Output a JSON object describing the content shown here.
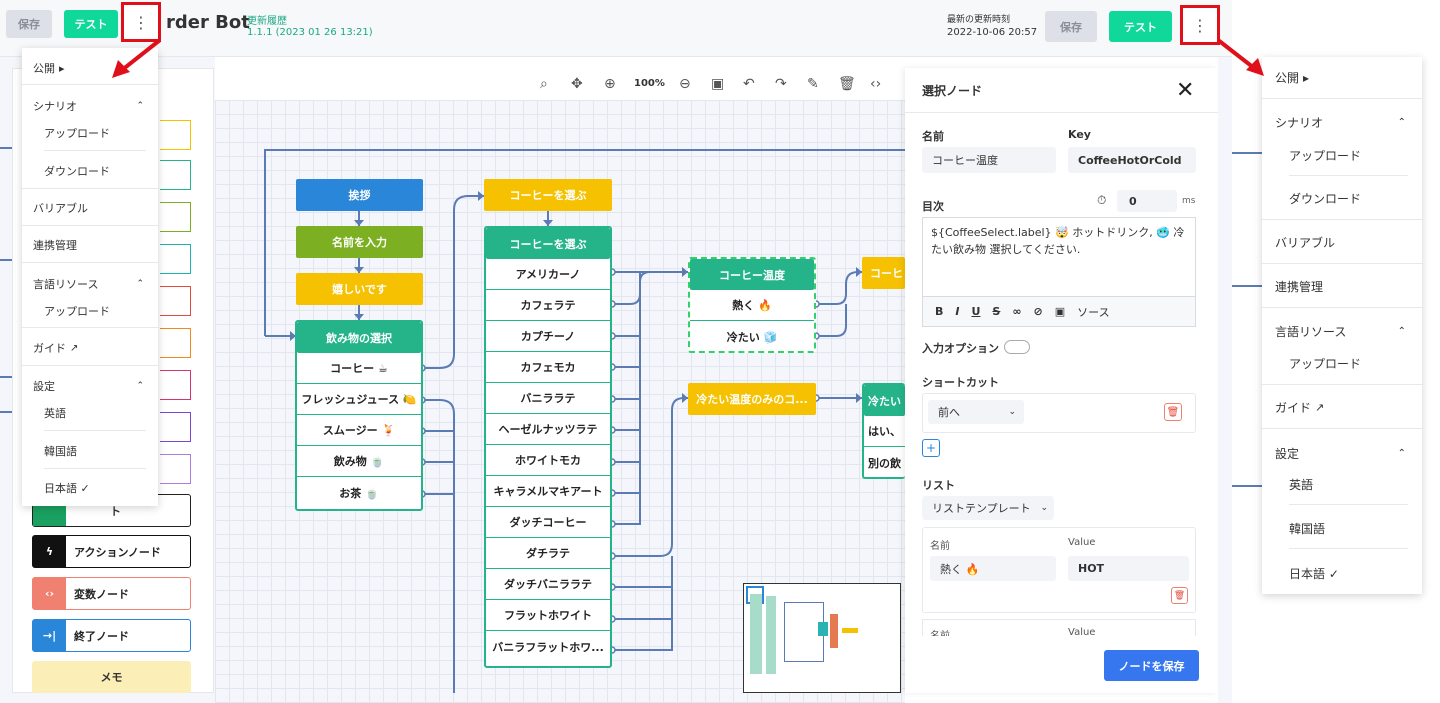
{
  "header": {
    "save_left": "保存",
    "test_left": "テスト",
    "bot_title": "rder Bot",
    "history_label": "更新履歴",
    "version": "1.1.1 (2023 01 26 13:21)",
    "latest_label": "最新の更新時刻",
    "latest_time": "2022-10-06 20:57",
    "save_right": "保存",
    "test_right": "テスト",
    "kebab": "⋮"
  },
  "menu": {
    "publish": "公開",
    "scenario": "シナリオ",
    "upload": "アップロード",
    "download": "ダウンロード",
    "variable": "バリアブル",
    "integration": "連携管理",
    "lang_resource": "言語リソース",
    "lang_upload": "アップロード",
    "guide": "ガイド",
    "settings": "設定",
    "english": "英語",
    "korean": "韓国語",
    "japanese": "日本語 ✓"
  },
  "toolbar": {
    "zoom": "100%"
  },
  "palette": {
    "partial": "ト",
    "action": "アクションノード",
    "variable": "変数ノード",
    "end": "終了ノード",
    "memo": "メモ"
  },
  "flow": {
    "greeting": "挨拶",
    "name_input": "名前を入力",
    "happy": "嬉しいです",
    "drink_select": "飲み物の選択",
    "drink_items": [
      "コーヒー ☕",
      "フレッシュジュース 🍋",
      "スムージー 🍹",
      "飲み物 🍵",
      "お茶 🍵"
    ],
    "coffee_select_top": "コーヒーを選ぶ",
    "coffee_select": "コーヒーを選ぶ",
    "coffee_items": [
      "アメリカーノ",
      "カフェラテ",
      "カプチーノ",
      "カフェモカ",
      "バニララテ",
      "ヘーゼルナッツラテ",
      "ホワイトモカ",
      "キャラメルマキアート",
      "ダッチコーヒー",
      "ダチラテ",
      "ダッチバニララテ",
      "フラットホワイト",
      "バニラフラットホワ..."
    ],
    "coffee_temp": "コーヒー温度",
    "hot": "熱く 🔥",
    "cold": "冷たい 🧊",
    "cold_only": "冷たい温度のみのコ...",
    "coffee_partial": "コーヒ",
    "cold_partial": "冷たい",
    "yes_partial": "はい、",
    "other_partial": "別の飲"
  },
  "panel": {
    "title": "選択ノード",
    "name_label": "名前",
    "name_value": "コーヒー温度",
    "key_label": "Key",
    "key_value": "CoffeeHotOrCold",
    "content_label": "目次",
    "delay_value": "0",
    "ms": "ms",
    "content_text": "${CoffeeSelect.label} 🤯 ホットドリンク, 🥶 冷たい飲み物 選択してください.",
    "source": "ソース",
    "input_option": "入力オプション",
    "shortcut": "ショートカット",
    "shortcut_value": "前へ",
    "list": "リスト",
    "list_template": "リストテンプレート",
    "col_name": "名前",
    "col_value": "Value",
    "row_name": "熱く 🔥",
    "row_value": "HOT",
    "save_node": "ノードを保存"
  }
}
